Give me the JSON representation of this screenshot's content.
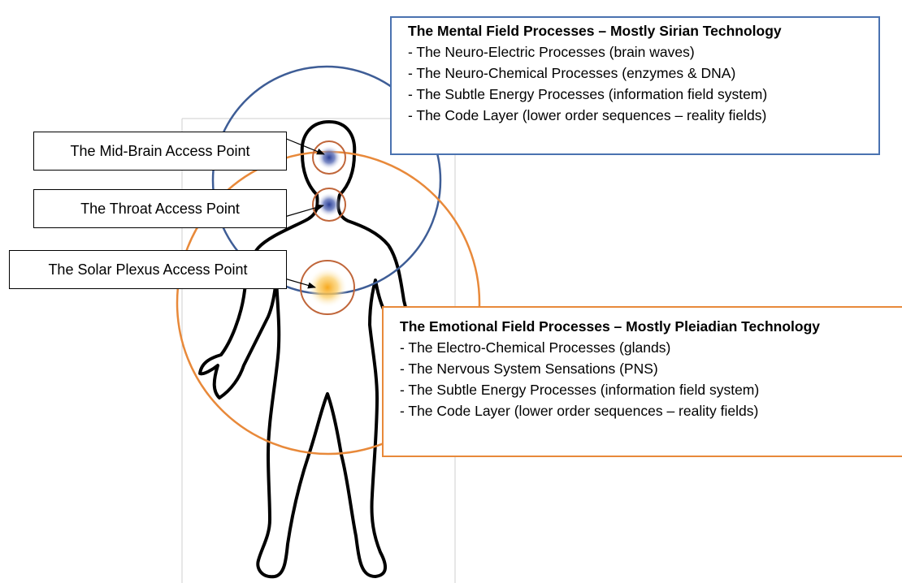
{
  "access_points": [
    {
      "label": "The Mid-Brain Access Point",
      "glow": "#3f55a8"
    },
    {
      "label": "The Throat Access Point",
      "glow": "#3f55a8"
    },
    {
      "label": "The Solar Plexus Access Point",
      "glow": "#f7b637"
    }
  ],
  "mental_field": {
    "title": "The Mental Field Processes – Mostly Sirian Technology",
    "items": [
      "- The Neuro-Electric Processes (brain waves)",
      "- The Neuro-Chemical Processes (enzymes & DNA)",
      "- The Subtle Energy Processes (information field system)",
      "- The Code Layer (lower order sequences – reality fields)"
    ],
    "color": "#4a72b0"
  },
  "emotional_field": {
    "title": "The Emotional Field Processes – Mostly Pleiadian Technology",
    "items": [
      "- The Electro-Chemical Processes (glands)",
      "- The Nervous System Sensations (PNS)",
      "- The Subtle Energy Processes (information field system)",
      "- The Code Layer (lower order sequences – reality fields)"
    ],
    "color": "#e8893a"
  }
}
